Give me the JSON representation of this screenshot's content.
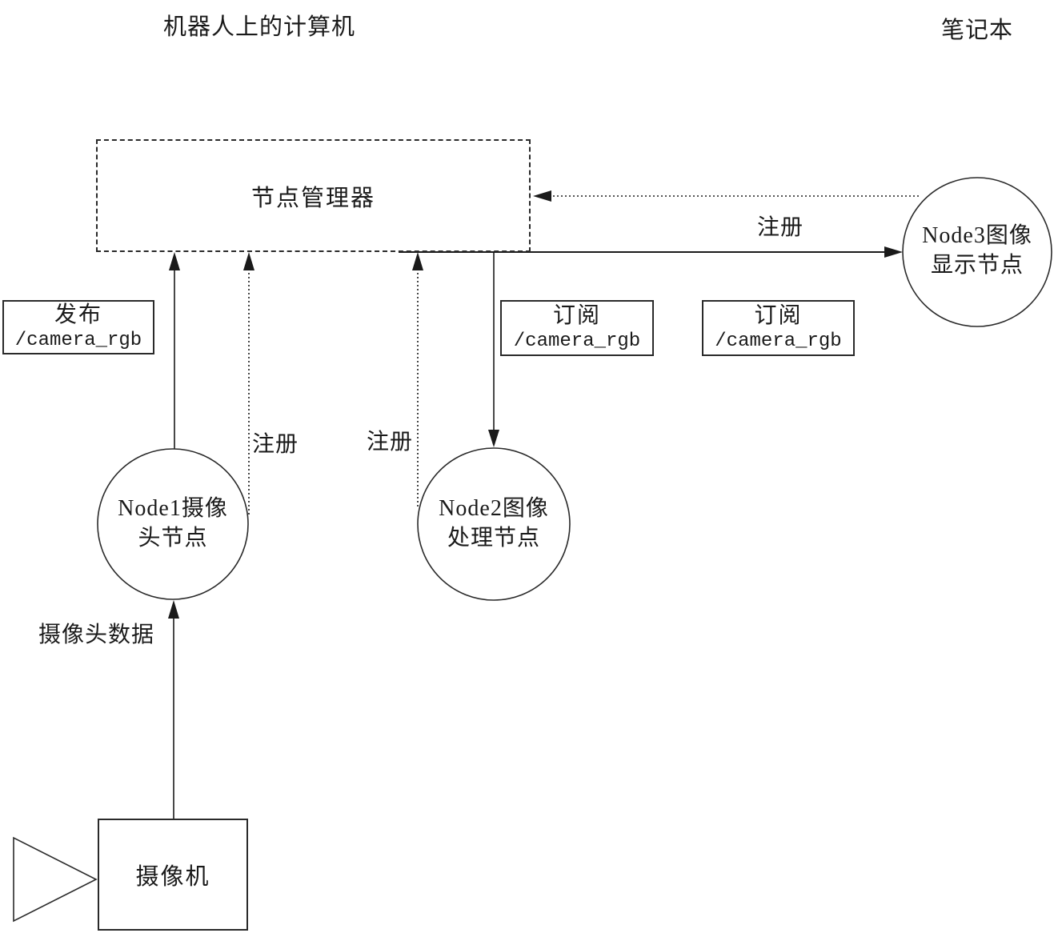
{
  "page": {
    "background": "#ffffff",
    "ink": "#1a1a1a"
  },
  "titles": {
    "left": "机器人上的计算机",
    "right": "笔记本"
  },
  "manager": {
    "label": "节点管理器"
  },
  "nodes": {
    "node1": {
      "line1": "Node1摄像",
      "line2": "头节点"
    },
    "node2": {
      "line1": "Node2图像",
      "line2": "处理节点"
    },
    "node3": {
      "line1": "Node3图像",
      "line2": "显示节点"
    }
  },
  "topic_boxes": {
    "publish": {
      "line1": "发布",
      "line2": "/camera_rgb"
    },
    "subscribe1": {
      "line1": "订阅",
      "line2": "/camera_rgb"
    },
    "subscribe2": {
      "line1": "订阅",
      "line2": "/camera_rgb"
    }
  },
  "edge_labels": {
    "register_node1": "注册",
    "register_node2": "注册",
    "register_node3": "注册",
    "camera_data": "摄像头数据"
  },
  "camera": {
    "label": "摄像机"
  }
}
